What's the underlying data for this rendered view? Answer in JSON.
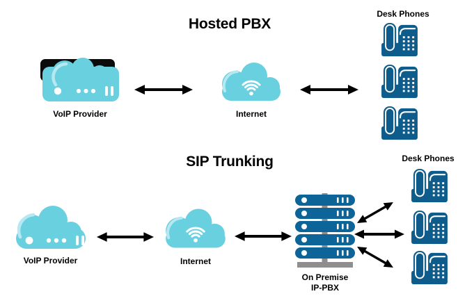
{
  "diagram_type": "VoIP architecture comparison",
  "colors": {
    "background": "#ffffff",
    "cloud_teal": "#69D0DF",
    "cloud_highlight": "#B5E8F0",
    "phone_blue": "#0E5C8B",
    "server_blue": "#0C6498",
    "rack_gray": "#8E8E8E",
    "arrow_black": "#000000",
    "text_black": "#000000"
  },
  "sections": [
    {
      "title": "Hosted PBX",
      "nodes": [
        {
          "name": "voip-provider",
          "label": "VoIP Provider",
          "icon": "cloud-server-box-icon"
        },
        {
          "name": "internet",
          "label": "Internet",
          "icon": "wifi-cloud-icon"
        },
        {
          "name": "desk-phones",
          "label": "Desk Phones",
          "icon": "desk-phone-icon",
          "phone_count": 3
        }
      ],
      "links": [
        "VoIP Provider <-> Internet",
        "Internet <-> Desk Phones"
      ]
    },
    {
      "title": "SIP Trunking",
      "nodes": [
        {
          "name": "voip-provider",
          "label": "VoIP Provider",
          "icon": "voip-cloud-icon"
        },
        {
          "name": "internet",
          "label": "Internet",
          "icon": "wifi-cloud-icon"
        },
        {
          "name": "on-premise-ip-pbx",
          "label": "On Premise\nIP-PBX",
          "icon": "server-rack-icon",
          "server_count": 5
        },
        {
          "name": "desk-phones",
          "label": "Desk Phones",
          "icon": "desk-phone-icon",
          "phone_count": 3
        }
      ],
      "links": [
        "VoIP Provider <-> Internet",
        "Internet <-> On Premise IP-PBX",
        "On Premise IP-PBX <-> Desk Phone 1",
        "On Premise IP-PBX <-> Desk Phone 2",
        "On Premise IP-PBX <-> Desk Phone 3"
      ]
    }
  ]
}
